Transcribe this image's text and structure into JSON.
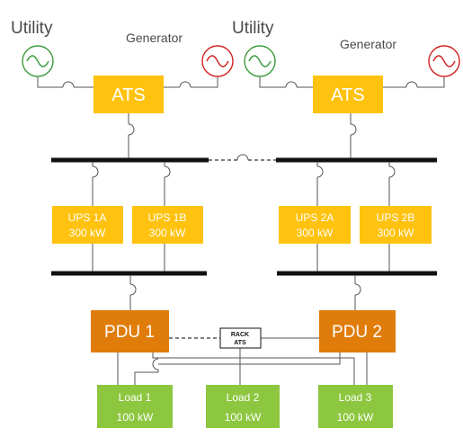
{
  "sources": {
    "utility_left": "Utility",
    "generator_left": "Generator",
    "utility_right": "Utility",
    "generator_right": "Generator"
  },
  "ats": {
    "left": "ATS",
    "right": "ATS"
  },
  "ups": [
    {
      "name": "UPS 1A",
      "capacity": "300 kW"
    },
    {
      "name": "UPS 1B",
      "capacity": "300 kW"
    },
    {
      "name": "UPS 2A",
      "capacity": "300 kW"
    },
    {
      "name": "UPS 2B",
      "capacity": "300 kW"
    }
  ],
  "pdu": {
    "left": "PDU 1",
    "right": "PDU 2"
  },
  "rack_ats": {
    "line1": "RACK",
    "line2": "ATS"
  },
  "loads": [
    {
      "name": "Load 1",
      "capacity": "100 kW"
    },
    {
      "name": "Load 2",
      "capacity": "100 kW"
    },
    {
      "name": "Load 3",
      "capacity": "100 kW"
    }
  ],
  "colors": {
    "ats": "#ffc20e",
    "ups": "#ffc20e",
    "pdu": "#e07c0a",
    "load": "#8dc63f",
    "utility_wave": "#3a9b3a",
    "generator_wave": "#d22020",
    "bus": "#111111"
  }
}
